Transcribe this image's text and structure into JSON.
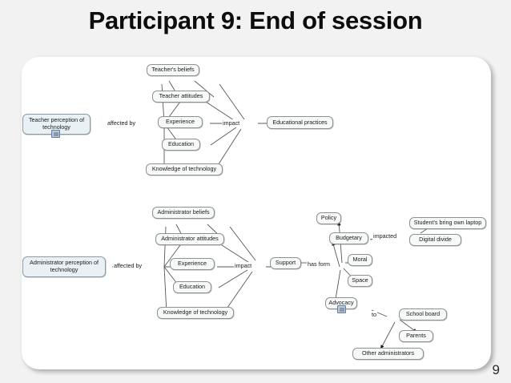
{
  "slide": {
    "title": "Participant 9: End of session",
    "page_number": "9",
    "background_color": "#f2f2f2",
    "panel_color": "#ffffff",
    "node_fill": "#f7f8f8",
    "highlight_node_fill": "#e9f1f5"
  },
  "diagram": {
    "type": "concept-map",
    "maps": [
      {
        "name": "teacher-map",
        "root": "Teacher perception of technology",
        "relation_from_root": "affected by",
        "factors": [
          "Teacher's beliefs",
          "Teacher attitudes",
          "Experience",
          "Education",
          "Knowledge of technology"
        ],
        "relation_to_outcome": "impact",
        "outcomes": [
          "Educational practices"
        ]
      },
      {
        "name": "administrator-map",
        "root": "Administrator perception of technology",
        "relation_from_root": "affected by",
        "factors": [
          "Administrator beliefs",
          "Administrator attitudes",
          "Experience",
          "Education",
          "Knowledge of technology"
        ],
        "relation_to_outcome": "impact",
        "outcomes": [
          "Support"
        ]
      }
    ],
    "support_branch": {
      "source": "Support",
      "relation": "has form",
      "forms": [
        "Policy",
        "Budgetary",
        "Moral",
        "Space",
        "Advocacy"
      ],
      "budgetary_relation": "impacted",
      "budgetary_targets": [
        "Student's bring own laptop",
        "Digital divide"
      ],
      "advocacy_relation": "to",
      "advocacy_targets": [
        "School board",
        "Parents",
        "Other administrators"
      ]
    }
  },
  "nodes": {
    "teacher_perception": "Teacher perception of technology",
    "teacher_beliefs": "Teacher's beliefs",
    "teacher_attitudes": "Teacher attitudes",
    "teacher_experience": "Experience",
    "teacher_education": "Education",
    "teacher_knowledge": "Knowledge of technology",
    "educational_practices": "Educational practices",
    "admin_perception": "Administrator perception of technology",
    "admin_beliefs": "Administrator beliefs",
    "admin_attitudes": "Administrator attitudes",
    "admin_experience": "Experience",
    "admin_education": "Education",
    "admin_knowledge": "Knowledge of technology",
    "support": "Support",
    "policy": "Policy",
    "budgetary": "Budgetary",
    "moral": "Moral",
    "space": "Space",
    "advocacy": "Advocacy",
    "byod": "Student's bring own laptop",
    "digital_divide": "Digital divide",
    "school_board": "School board",
    "parents": "Parents",
    "other_administrators": "Other administrators"
  },
  "edge_labels": {
    "affected_by_top": "affected by",
    "impact_top": "impact",
    "affected_by_bottom": "affected by",
    "impact_bottom": "impact",
    "has_form": "has form",
    "impacted": "impacted",
    "to": "to"
  }
}
